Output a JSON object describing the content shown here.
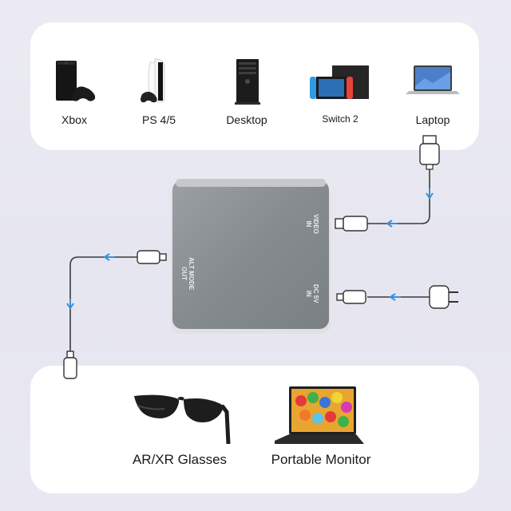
{
  "sources": [
    {
      "label": "Xbox",
      "icon": "xbox-console-icon"
    },
    {
      "label": "PS 4/5",
      "icon": "playstation-console-icon"
    },
    {
      "label": "Desktop",
      "icon": "desktop-tower-icon"
    },
    {
      "label": "Switch 2",
      "icon": "switch-console-icon"
    },
    {
      "label": "Laptop",
      "icon": "laptop-icon"
    }
  ],
  "hub": {
    "alt_mode_out_line1": "ALT MODE",
    "alt_mode_out_line2": "OUT",
    "video_in_line1": "VIDEO",
    "video_in_line2": "IN",
    "dc_in_line1": "DC 5V",
    "dc_in_line2": "IN"
  },
  "outputs": [
    {
      "label": "AR/XR Glasses",
      "icon": "ar-glasses-icon"
    },
    {
      "label": "Portable Monitor",
      "icon": "portable-monitor-icon"
    }
  ],
  "colors": {
    "hub_body": "#8f9598",
    "wire": "#3a3a3a",
    "flow_arrow": "#3a8fd8"
  }
}
